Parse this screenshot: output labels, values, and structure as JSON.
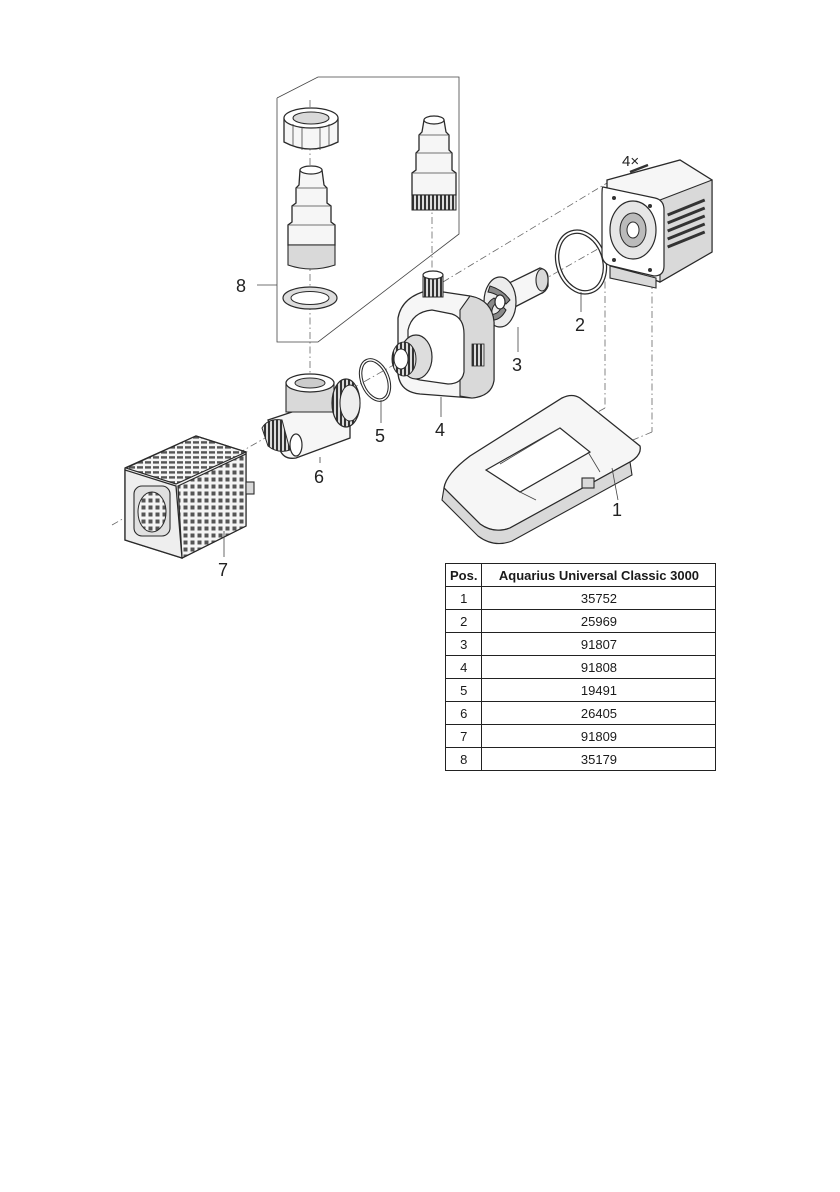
{
  "diagram": {
    "callouts": {
      "c1": "1",
      "c2": "2",
      "c3": "3",
      "c4": "4",
      "c5": "5",
      "c6": "6",
      "c7": "7",
      "c8": "8",
      "screws": "4×"
    }
  },
  "table": {
    "header_pos": "Pos.",
    "header_model": "Aquarius Universal Classic 3000",
    "rows": [
      {
        "pos": "1",
        "part": "35752"
      },
      {
        "pos": "2",
        "part": "25969"
      },
      {
        "pos": "3",
        "part": "91807"
      },
      {
        "pos": "4",
        "part": "91808"
      },
      {
        "pos": "5",
        "part": "19491"
      },
      {
        "pos": "6",
        "part": "26405"
      },
      {
        "pos": "7",
        "part": "91809"
      },
      {
        "pos": "8",
        "part": "35179"
      }
    ]
  }
}
